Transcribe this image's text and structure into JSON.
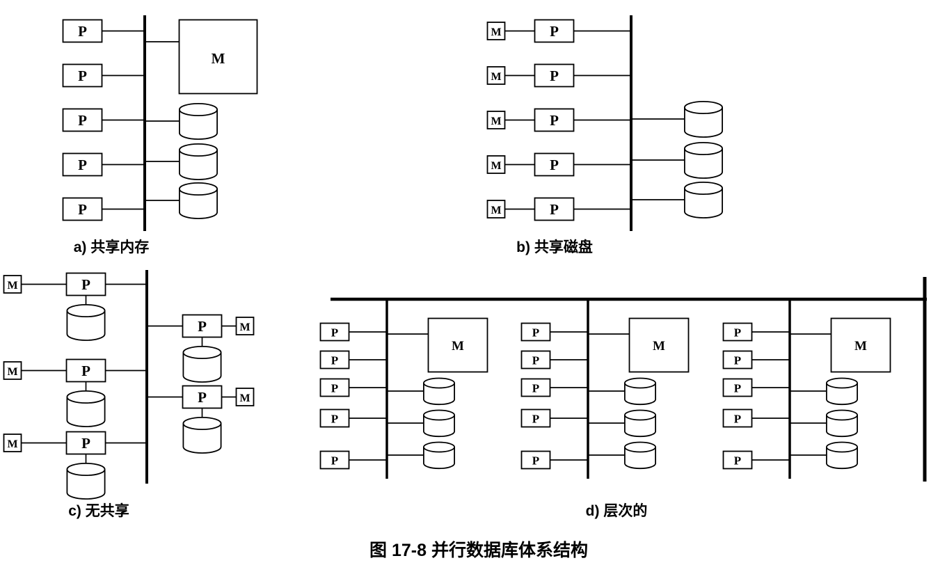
{
  "figure": {
    "title": "图 17-8  并行数据库体系结构",
    "panels": [
      {
        "caption": "a) 共享内存"
      },
      {
        "caption": "b) 共享磁盘"
      },
      {
        "caption": "c) 无共享"
      },
      {
        "caption": "d) 层次的"
      }
    ]
  },
  "labels": {
    "processor": "P",
    "memory": "M"
  },
  "colors": {
    "line": "#000000",
    "background": "#ffffff",
    "box_fill": "#ffffff"
  }
}
